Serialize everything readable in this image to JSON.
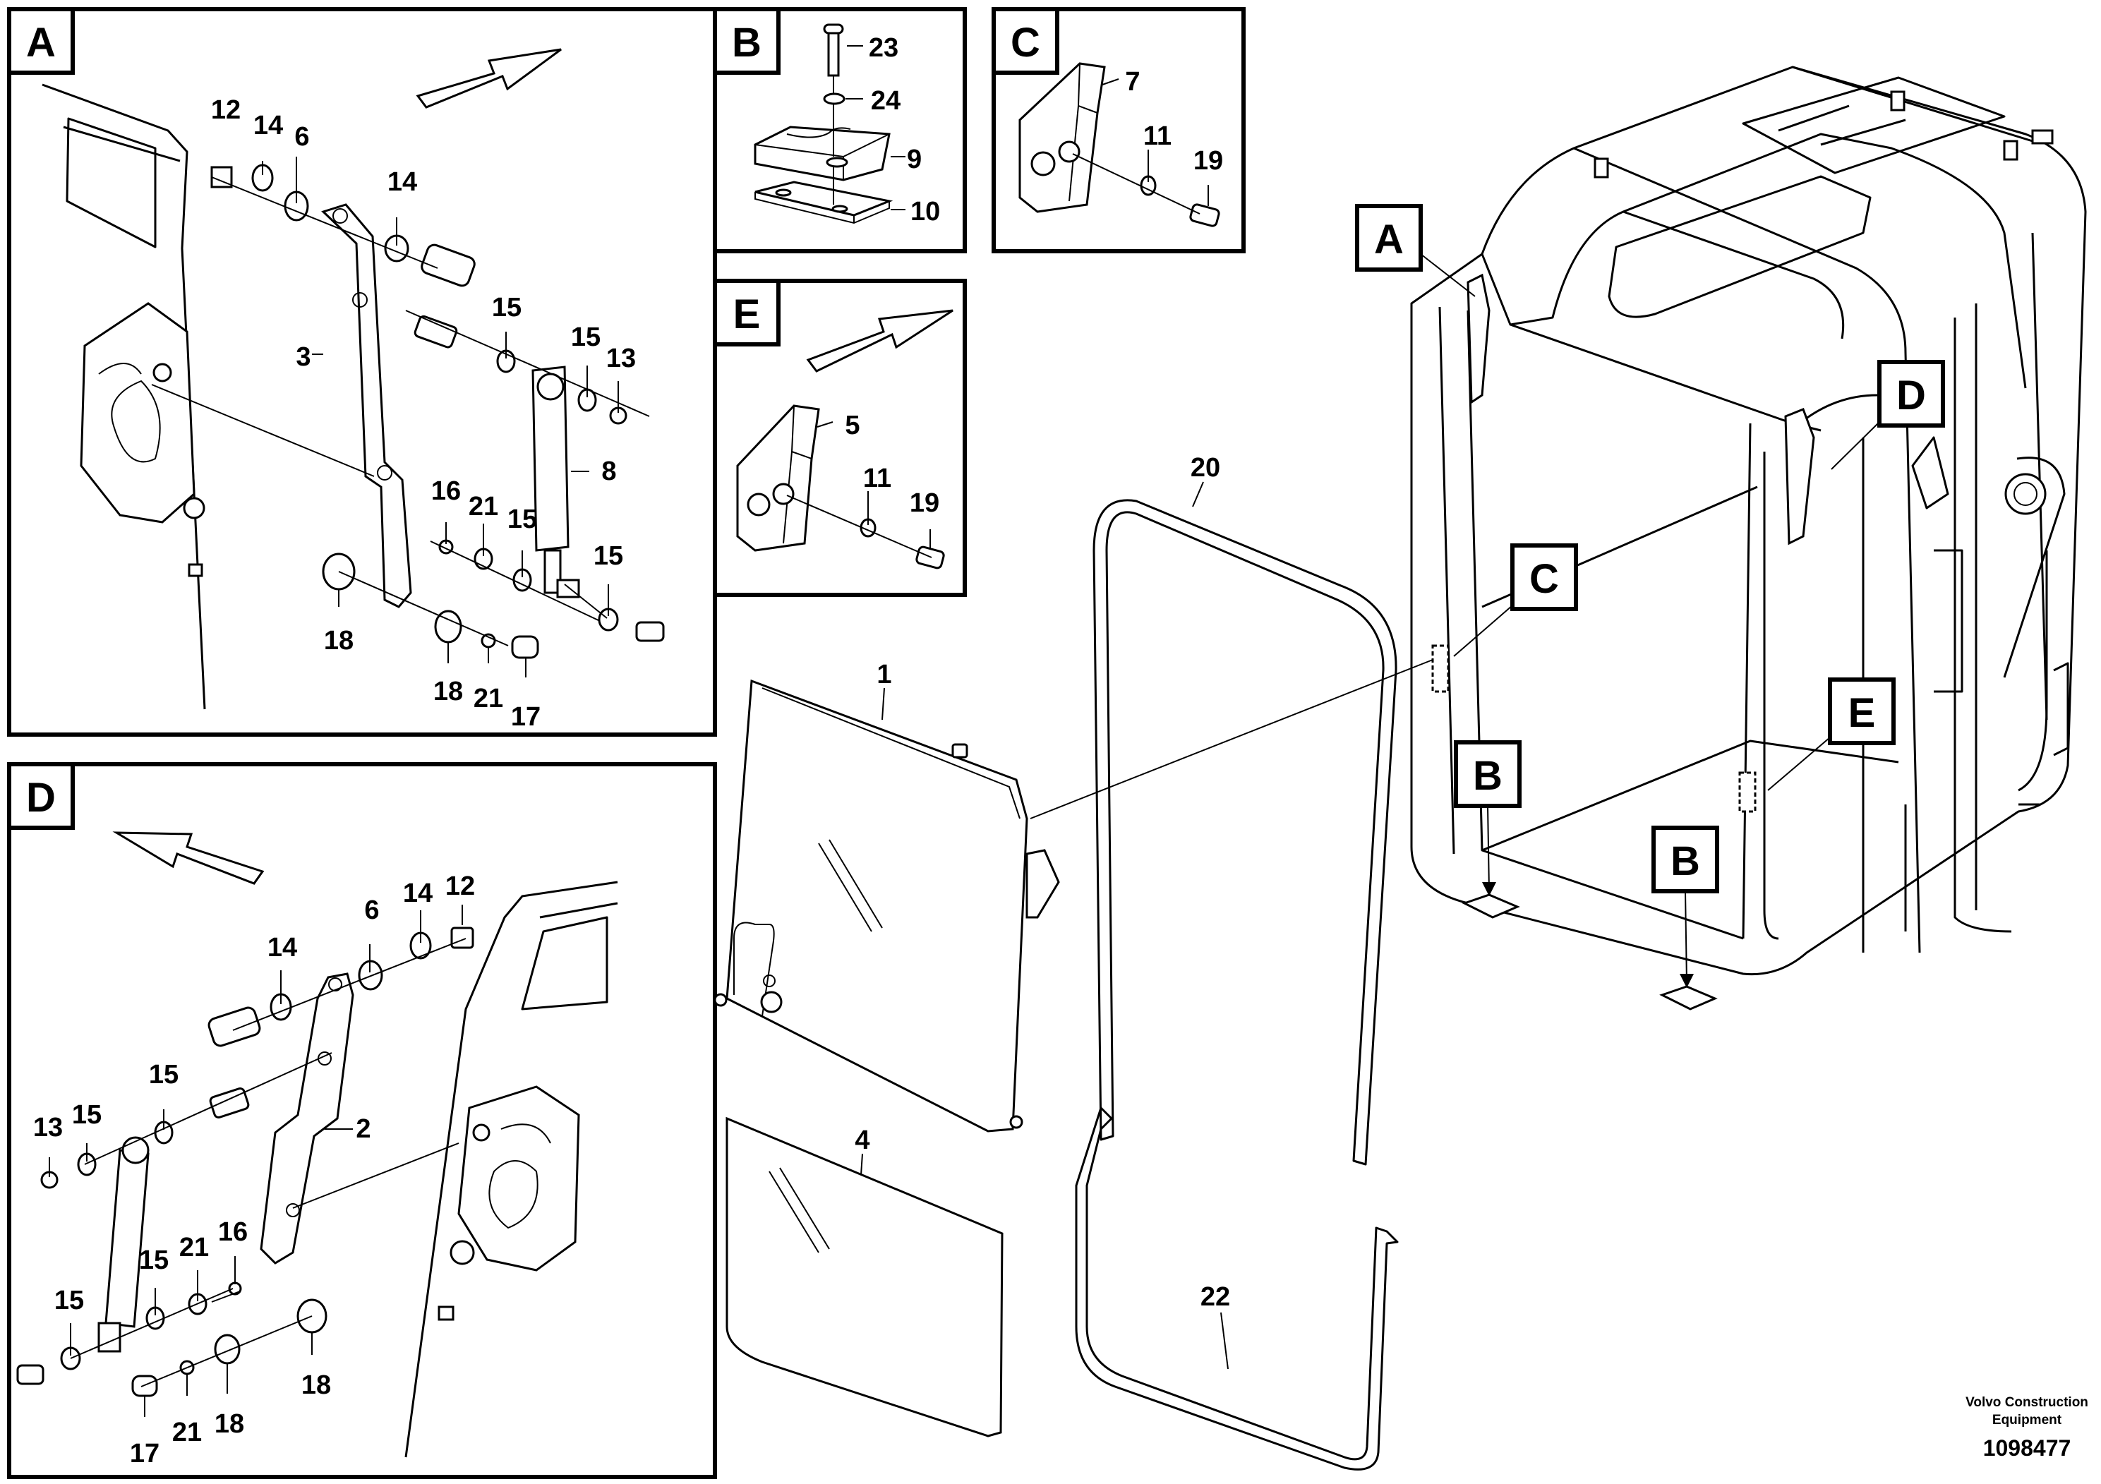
{
  "panels": [
    {
      "id": "A",
      "label": "A"
    },
    {
      "id": "B",
      "label": "B"
    },
    {
      "id": "C",
      "label": "C"
    },
    {
      "id": "D",
      "label": "D"
    },
    {
      "id": "E",
      "label": "E"
    }
  ],
  "main_view": {
    "refs": [
      "A",
      "B",
      "B",
      "C",
      "D",
      "E"
    ],
    "callouts": [
      "1",
      "4",
      "20",
      "22"
    ]
  },
  "panel_a_callouts": [
    "12",
    "14",
    "6",
    "14",
    "3",
    "15",
    "15",
    "13",
    "8",
    "16",
    "21",
    "15",
    "15",
    "18",
    "18",
    "21",
    "17"
  ],
  "panel_b_callouts": [
    "23",
    "24",
    "9",
    "10"
  ],
  "panel_c_callouts": [
    "7",
    "11",
    "19"
  ],
  "panel_d_callouts": [
    "12",
    "14",
    "6",
    "14",
    "15",
    "13",
    "15",
    "2",
    "16",
    "21",
    "15",
    "15",
    "18",
    "17",
    "21",
    "18"
  ],
  "panel_e_callouts": [
    "5",
    "11",
    "19"
  ],
  "footer": {
    "brand_line1": "Volvo Construction",
    "brand_line2": "Equipment",
    "doc_number": "1098477"
  }
}
